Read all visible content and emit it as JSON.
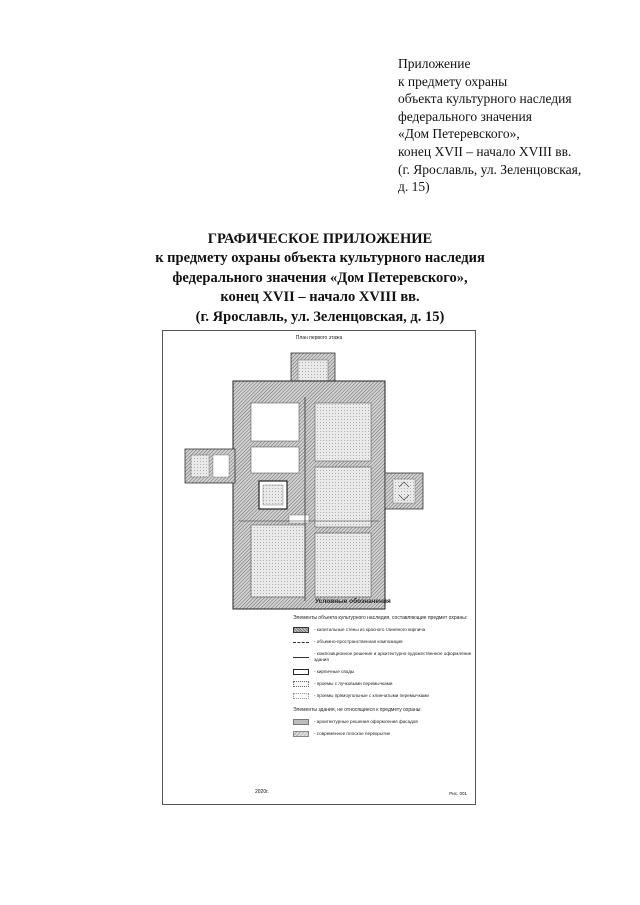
{
  "appendix_lines": [
    "Приложение",
    "к предмету охраны",
    "объекта культурного наследия",
    "федерального значения",
    "«Дом Петеревского»,",
    "конец XVII – начало XVIII вв.",
    "(г. Ярославль, ул. Зеленцовская,",
    "д. 15)"
  ],
  "title_lines": [
    "ГРАФИЧЕСКОЕ ПРИЛОЖЕНИЕ",
    "к предмету охраны объекта культурного наследия",
    "федерального значения «Дом Петеревского»,",
    "конец XVII – начало XVIII вв.",
    "(г. Ярославль, ул. Зеленцовская, д. 15)"
  ],
  "plan": {
    "title": "План первого этажа",
    "legend_title": "Условные обозначения",
    "legend_section1": "Элементы объекта культурного наследия, составляющие предмет охраны:",
    "legend_items1": [
      {
        "icon": "hatched-wall-icon",
        "text": "- капитальные стены из красного глиняного кирпича"
      },
      {
        "icon": "dashed-line-icon",
        "text": "- объемно-пространственная композиция"
      },
      {
        "icon": "solid-line-icon",
        "text": "- композиционное решение и архитектурно-художественное оформление здания"
      },
      {
        "icon": "vault-icon",
        "text": "- кирпичные своды"
      },
      {
        "icon": "opening-lintel-icon",
        "text": "- проемы с лучковыми перемычками"
      },
      {
        "icon": "opening-rect-icon",
        "text": "- проемы прямоугольные с клинчатыми перемычками"
      }
    ],
    "legend_section2": "Элементы здания, не относящиеся к предмету охраны:",
    "legend_items2": [
      {
        "icon": "facade-icon",
        "text": "- архитектурные решения оформления фасадов"
      },
      {
        "icon": "modern-floor-icon",
        "text": "- современное плоское перекрытие"
      }
    ],
    "year": "2020г.",
    "figure": "Рис. 001"
  }
}
